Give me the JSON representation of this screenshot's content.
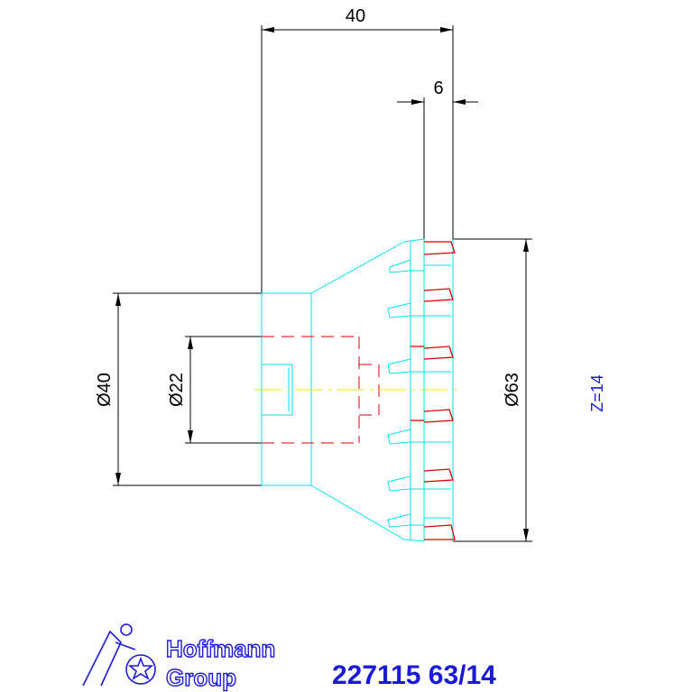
{
  "dimensions": {
    "width_40": "40",
    "width_6": "6",
    "dia_40": "Ø40",
    "dia_22": "Ø22",
    "dia_63": "Ø63"
  },
  "teeth_label": "Z=14",
  "logo": {
    "line1": "Hoffmann",
    "line2": "Group"
  },
  "part_number": "227115 63/14",
  "colors": {
    "outline": "#00e5ee",
    "hidden": "#e00000",
    "centerline": "#e8e800",
    "dimension": "#000000",
    "brand": "#1a1ad8"
  }
}
